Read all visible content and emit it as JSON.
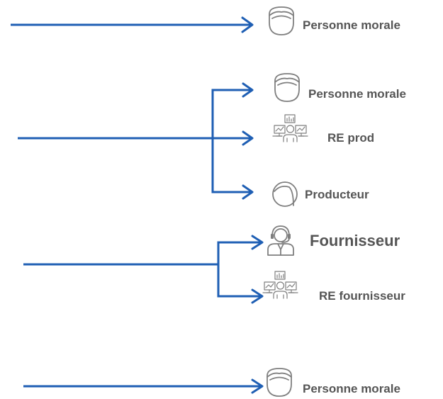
{
  "diagram": {
    "group1": {
      "target": {
        "label": "Personne morale",
        "icon": "person-head-icon"
      }
    },
    "group2": {
      "targets": [
        {
          "label": "Personne morale",
          "icon": "person-head-icon"
        },
        {
          "label": "RE prod",
          "icon": "operator-monitors-icon"
        },
        {
          "label": "Producteur",
          "icon": "head-profile-icon"
        }
      ]
    },
    "group3": {
      "targets": [
        {
          "label": "Fournisseur",
          "icon": "headset-agent-icon"
        },
        {
          "label": "RE fournisseur",
          "icon": "operator-monitors-icon"
        }
      ]
    },
    "group4": {
      "target": {
        "label": "Personne morale",
        "icon": "person-head-icon"
      }
    }
  },
  "colors": {
    "arrow": "#1f5fb4",
    "icon": "#7f7f7f",
    "text": "#555555"
  }
}
